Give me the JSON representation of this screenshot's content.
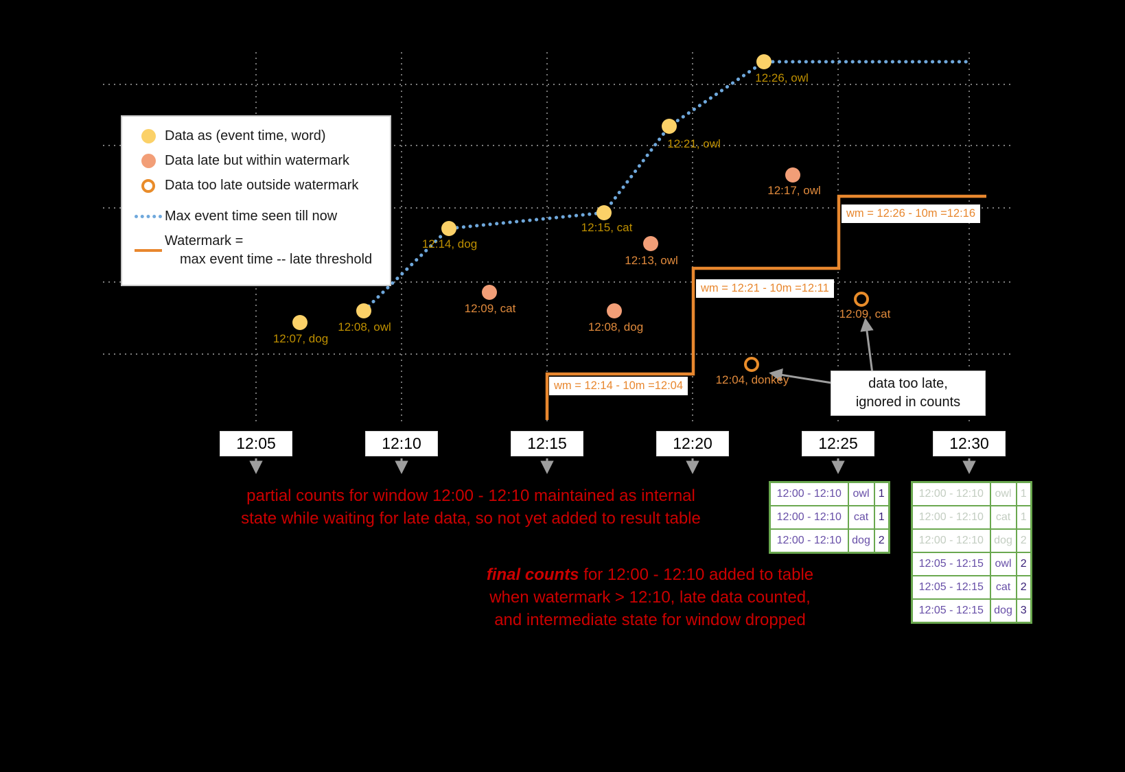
{
  "colors": {
    "background": "#000000",
    "on_time_fill": "#FBD168",
    "late_fill": "#F29E77",
    "too_late_ring": "#E98C2A",
    "max_event_line": "#6FA8DC",
    "watermark_line": "#E8872E",
    "on_time_label": "#BF9000",
    "late_label": "#E08A3C",
    "note_red": "#CC0000",
    "table_border_green": "#6AA84F",
    "table_text_purple": "#674EA7",
    "table_count_purple": "#351C75",
    "table_dim": "#C3CDC1",
    "arrow_gray": "#9E9E9E"
  },
  "legend": {
    "items": [
      {
        "swatch": "dot-on-time",
        "label": "Data as (event time, word)"
      },
      {
        "swatch": "dot-late",
        "label": "Data late but within watermark"
      },
      {
        "swatch": "dot-too-late",
        "label": "Data too late outside watermark"
      },
      {
        "swatch": "line-max-event",
        "label": "Max event time seen till now"
      },
      {
        "swatch": "line-watermark",
        "label": "Watermark =",
        "label2": "max event time -- late threshold"
      }
    ]
  },
  "axis_ticks": [
    "12:05",
    "12:10",
    "12:15",
    "12:20",
    "12:25",
    "12:30"
  ],
  "points": {
    "on_time": [
      {
        "label": "12:07, dog"
      },
      {
        "label": "12:08, owl"
      },
      {
        "label": "12:14, dog"
      },
      {
        "label": "12:15, cat"
      },
      {
        "label": "12:21, owl"
      },
      {
        "label": "12:26, owl"
      }
    ],
    "late": [
      {
        "label": "12:09, cat"
      },
      {
        "label": "12:08, dog"
      },
      {
        "label": "12:13, owl"
      },
      {
        "label": "12:17, owl"
      }
    ],
    "too_late": [
      {
        "label": "12:04, donkey"
      },
      {
        "label": "12:09, cat"
      }
    ]
  },
  "watermark_labels": [
    {
      "text": "wm = 12:14 - 10m =12:04"
    },
    {
      "text": "wm = 12:21 - 10m =12:11"
    },
    {
      "text": "wm = 12:26 - 10m =12:16"
    }
  ],
  "notes": {
    "partial": {
      "line1": "partial counts for window 12:00 - 12:10 maintained as internal",
      "line2": "state while waiting for late data, so not yet added  to result table"
    },
    "final": {
      "emphasis": "final counts",
      "line1_rest": " for 12:00 - 12:10 added to table",
      "line2": "when watermark > 12:10, late data counted,",
      "line3": "and intermediate state for window dropped"
    },
    "too_late": {
      "line1": "data too late,",
      "line2": "ignored in counts"
    }
  },
  "result_tables": {
    "at_1225": {
      "rows": [
        {
          "window": "12:00 - 12:10",
          "word": "owl",
          "count": "1"
        },
        {
          "window": "12:00 - 12:10",
          "word": "cat",
          "count": "1"
        },
        {
          "window": "12:00 - 12:10",
          "word": "dog",
          "count": "2"
        }
      ]
    },
    "at_1230": {
      "rows": [
        {
          "window": "12:00 - 12:10",
          "word": "owl",
          "count": "1"
        },
        {
          "window": "12:00 - 12:10",
          "word": "cat",
          "count": "1"
        },
        {
          "window": "12:00 - 12:10",
          "word": "dog",
          "count": "2"
        },
        {
          "window": "12:05 - 12:15",
          "word": "owl",
          "count": "2"
        },
        {
          "window": "12:05 - 12:15",
          "word": "cat",
          "count": "2"
        },
        {
          "window": "12:05 - 12:15",
          "word": "dog",
          "count": "3"
        }
      ]
    }
  }
}
